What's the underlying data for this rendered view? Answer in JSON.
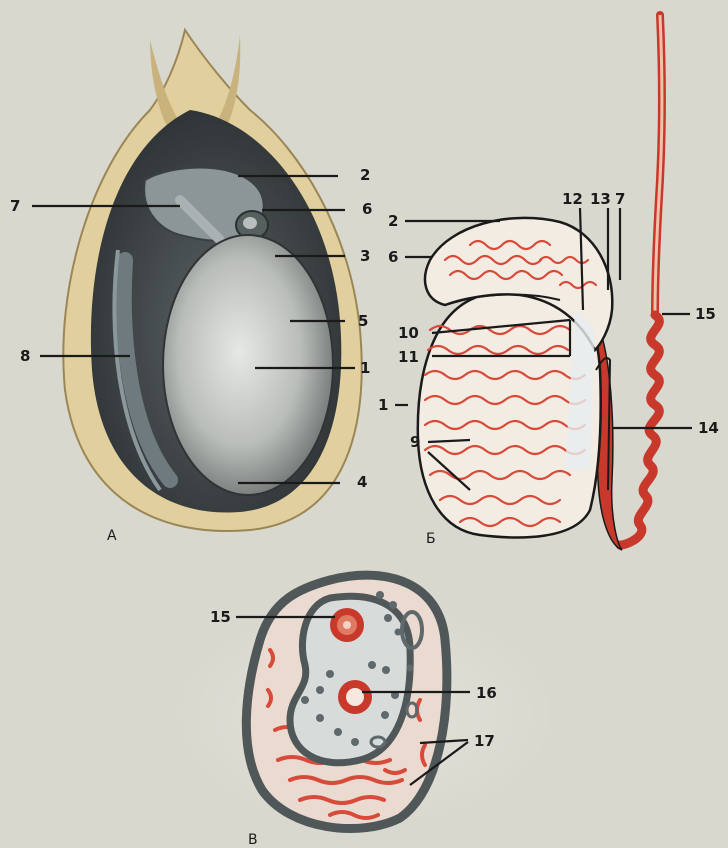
{
  "panels": {
    "a": {
      "caption": "А"
    },
    "b": {
      "caption": "Б"
    },
    "c": {
      "caption": "В"
    }
  },
  "labels": {
    "a": [
      "1",
      "2",
      "3",
      "4",
      "5",
      "6",
      "7",
      "8"
    ],
    "b": [
      "1",
      "2",
      "6",
      "7",
      "9",
      "10",
      "11",
      "12",
      "13",
      "14",
      "15"
    ],
    "c": [
      "15",
      "16",
      "17"
    ]
  },
  "colors": {
    "background": "#d9d8cf",
    "tunic": "#3f4446",
    "testis": "#c9ccc9",
    "tubules": "#d84a3a",
    "vessel": "#c8392c",
    "capsule": "#d8a48a"
  }
}
